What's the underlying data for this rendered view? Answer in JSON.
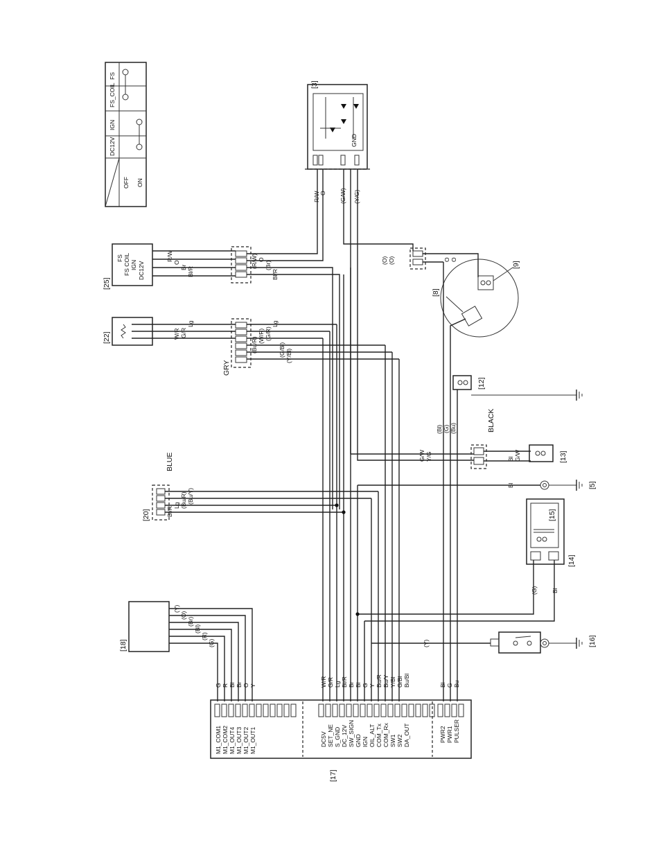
{
  "components": {
    "c3": "[3]",
    "c5": "[5]",
    "c8": "[8]",
    "c9": "[9]",
    "c12": "[12]",
    "c13": "[13]",
    "c14": "[14]",
    "c15": "[15]",
    "c16": "[16]",
    "c17": "[17]",
    "c18": "[18]",
    "c20": "[20]",
    "c22": "[22]",
    "c25": "[25]"
  },
  "connector_colors": {
    "blue": "BLUE",
    "gry": "GRY",
    "black": "BLACK"
  },
  "switch_table": {
    "headers": [
      "DC12V",
      "IGN",
      "FS_COIL",
      "FS"
    ],
    "rows": [
      "OFF",
      "ON"
    ]
  },
  "c17_pins": {
    "m1": [
      "M1_COM1",
      "M1_COM2",
      "M1_OUT4",
      "M1_OUT3",
      "M1_OUT2",
      "M1_OUT1"
    ],
    "m1_wires": [
      "G",
      "R",
      "Bl",
      "Br",
      "O",
      "Y"
    ],
    "main": [
      "DC5V",
      "SET_NE",
      "S_GND",
      "DC_12V",
      "SW_SIGN",
      "GND",
      "IGN",
      "OIL_ALT",
      "COM_Tx",
      "COM_Rx",
      "SW1",
      "SW2",
      "DA_OUT"
    ],
    "main_wires": [
      "W/R",
      "G/R",
      "Lg",
      "Bl/R",
      "Br",
      "Bl",
      "G",
      "Y",
      "Bu/R",
      "Bu/Y",
      "Y/Bl",
      "G/Bl",
      "Bu/Bl"
    ],
    "pwr": [
      "PWR2",
      "PWR1",
      "PULSER"
    ],
    "pwr_wires": [
      "Bl",
      "G",
      "Bu"
    ]
  },
  "c18_wires": [
    "(Y)",
    "(O)",
    "(Br)",
    "(Bl)",
    "(R)",
    "(G)"
  ],
  "c20_wires": [
    "(Bu/Y)",
    "(Bu/R)",
    "Lg",
    "Bl/R"
  ],
  "c22_wires": [
    "Lg",
    "G/R",
    "W/R"
  ],
  "c22_conn_wires": [
    "Lg",
    "(G/R)",
    "(W/R)",
    "(Bu/R)",
    "(G/Bl)",
    "(Y/Bl)"
  ],
  "c25_pins": [
    "DC12V",
    "IGN",
    "FS COIL",
    "FS"
  ],
  "c25_wires": [
    "Bl/R",
    "Br",
    "O",
    "R/W"
  ],
  "c25_conn_wires": [
    "Bl/R",
    "(Br)",
    "O",
    "(R/W)"
  ],
  "c3_wires": [
    "R/W",
    "O",
    "(G/W)",
    "(Y/G)"
  ],
  "c3_pin_gnd": "GND",
  "black_wires": [
    "G/W",
    "Y/G"
  ],
  "c13_wires": [
    "G/W",
    "Bl"
  ],
  "c5_wire": "Bl",
  "c14_wires": [
    "(G)",
    "Bl"
  ],
  "c16_wire": "(Y)",
  "oo_wires": [
    "(O)",
    "(O)"
  ],
  "oo_wires2": [
    "O",
    "O"
  ],
  "pulser_wires": [
    "(Bl)",
    "(G)",
    "(Bu)"
  ]
}
